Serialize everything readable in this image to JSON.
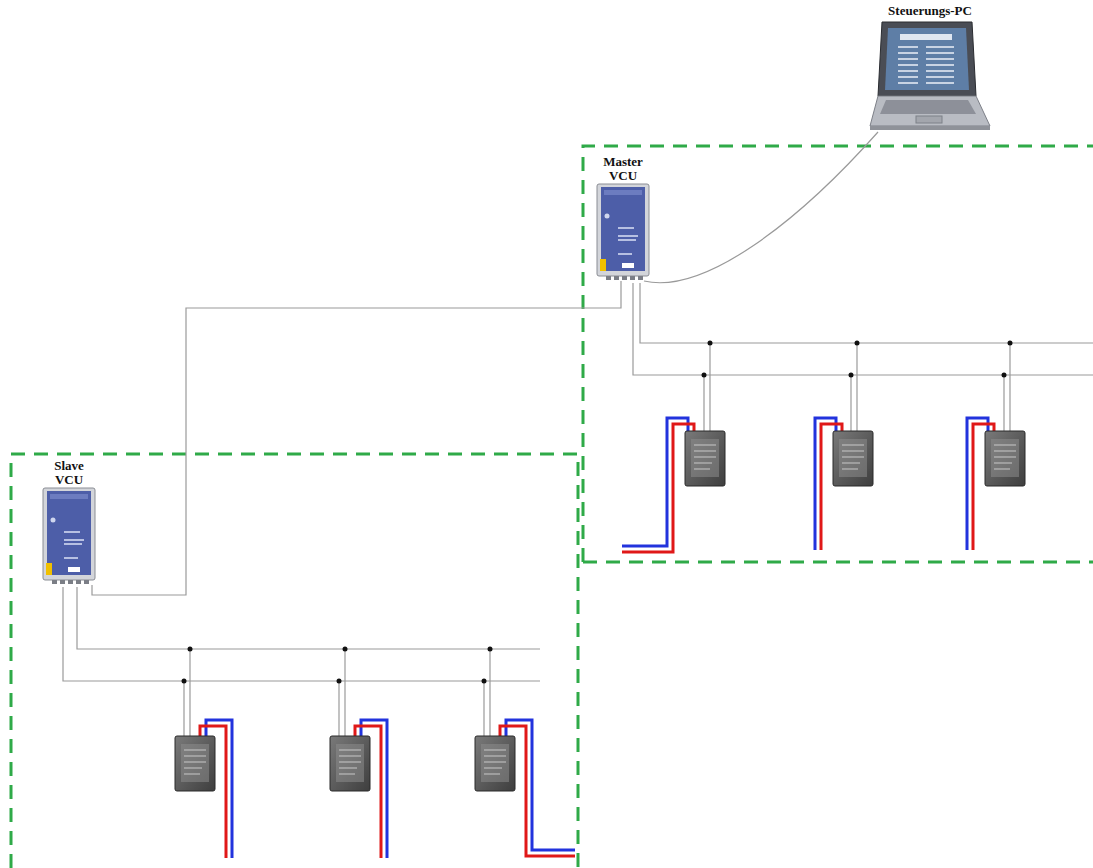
{
  "diagram": {
    "nodes": [
      {
        "text": [
          "Steuerungs-PC"
        ]
      },
      {
        "text": [
          "Master VCU"
        ]
      },
      {
        "text": [
          "Slave VCU"
        ]
      }
    ],
    "edges": [
      {
        "from": 0,
        "to": 1,
        "arrow": "none"
      },
      {
        "from": 1,
        "to": 2,
        "arrow": "none"
      }
    ]
  }
}
